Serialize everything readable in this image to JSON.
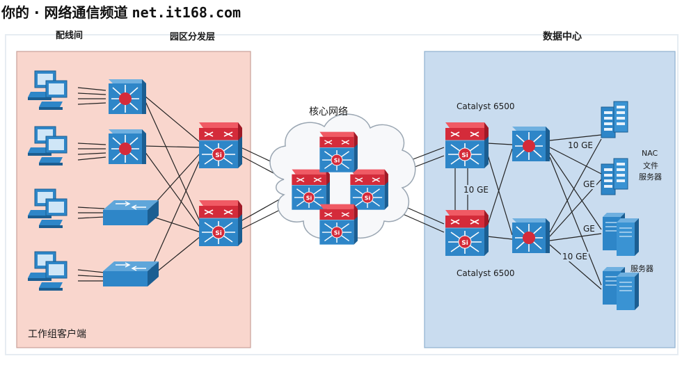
{
  "watermark": {
    "site": "你的 · 网络通信频道",
    "url": "net.it168.com"
  },
  "sections": {
    "wiring_closet": "配线间",
    "campus_distribution": "园区分发层",
    "workgroup_clients": "工作组客户端",
    "core_network": "核心网络",
    "data_center": "数据中心"
  },
  "devices": {
    "catalyst_top": "Catalyst 6500",
    "catalyst_bottom": "Catalyst 6500",
    "nas_line1": "NAC",
    "nas_line2": "文件",
    "nas_line3": "服务器",
    "servers": "服务器",
    "si": "Si"
  },
  "links": {
    "dc_10ge_vertical": "10 GE",
    "dc_10ge_top": "10 GE",
    "dc_ge_1": "GE",
    "dc_ge_2": "GE",
    "dc_10ge_bottom": "10 GE"
  },
  "colors": {
    "campus_panel": "#f9d6cd",
    "datacenter_panel": "#c9dcef",
    "device_blue": "#2e86c8",
    "device_red": "#d42b3a"
  }
}
